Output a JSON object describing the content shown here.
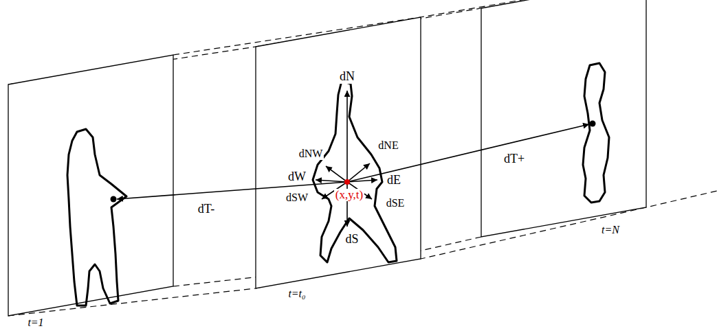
{
  "diagram": {
    "labels": [
      "dN",
      "dNW",
      "dNE",
      "dW",
      "dE",
      "(x,y,t)",
      "dSW",
      "dSE",
      "dS",
      "dT-",
      "dT+",
      "t=1",
      "t=t₀",
      "t=N"
    ]
  }
}
